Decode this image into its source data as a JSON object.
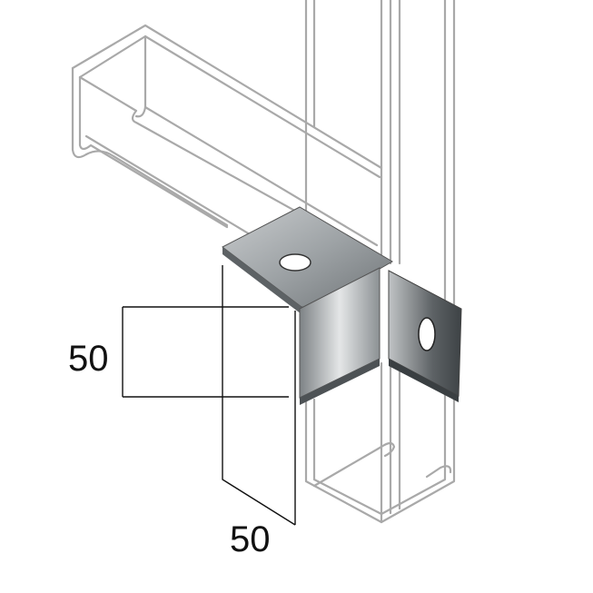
{
  "drawing": {
    "dimensions": [
      {
        "label": "50",
        "orientation": "vertical"
      },
      {
        "label": "50",
        "orientation": "horizontal"
      }
    ]
  }
}
